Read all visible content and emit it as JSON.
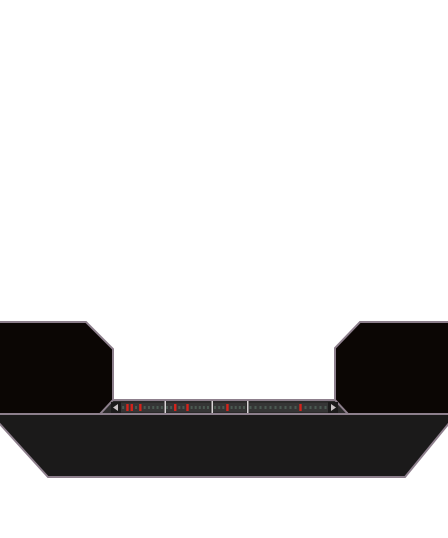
{
  "colors": {
    "background": "#ffffff",
    "frame_border": "#8d7f8c",
    "panel_fill": "#0b0604",
    "console_fill": "#1b1a1a",
    "strip_fill": "#353535",
    "led_off": "#4b5a52",
    "led_on": "#d4241c"
  },
  "icons": {
    "left_arrow": "left-arrow-icon",
    "right_arrow": "right-arrow-icon"
  },
  "indicator_strip": {
    "segments": [
      {
        "name": "segment-1",
        "leds": [
          0,
          1,
          1,
          0,
          1,
          0,
          0,
          0,
          0,
          0
        ]
      },
      {
        "name": "segment-2",
        "leds": [
          0,
          0,
          1,
          0,
          0,
          1,
          0,
          0,
          0,
          0,
          0
        ]
      },
      {
        "name": "segment-3",
        "leds": [
          0,
          0,
          0,
          1,
          0,
          0,
          0,
          0
        ]
      },
      {
        "name": "segment-4",
        "leds": [
          0,
          0,
          0,
          0,
          0,
          0,
          0,
          0,
          0,
          0,
          1,
          0,
          0,
          0,
          0,
          0
        ]
      }
    ]
  }
}
